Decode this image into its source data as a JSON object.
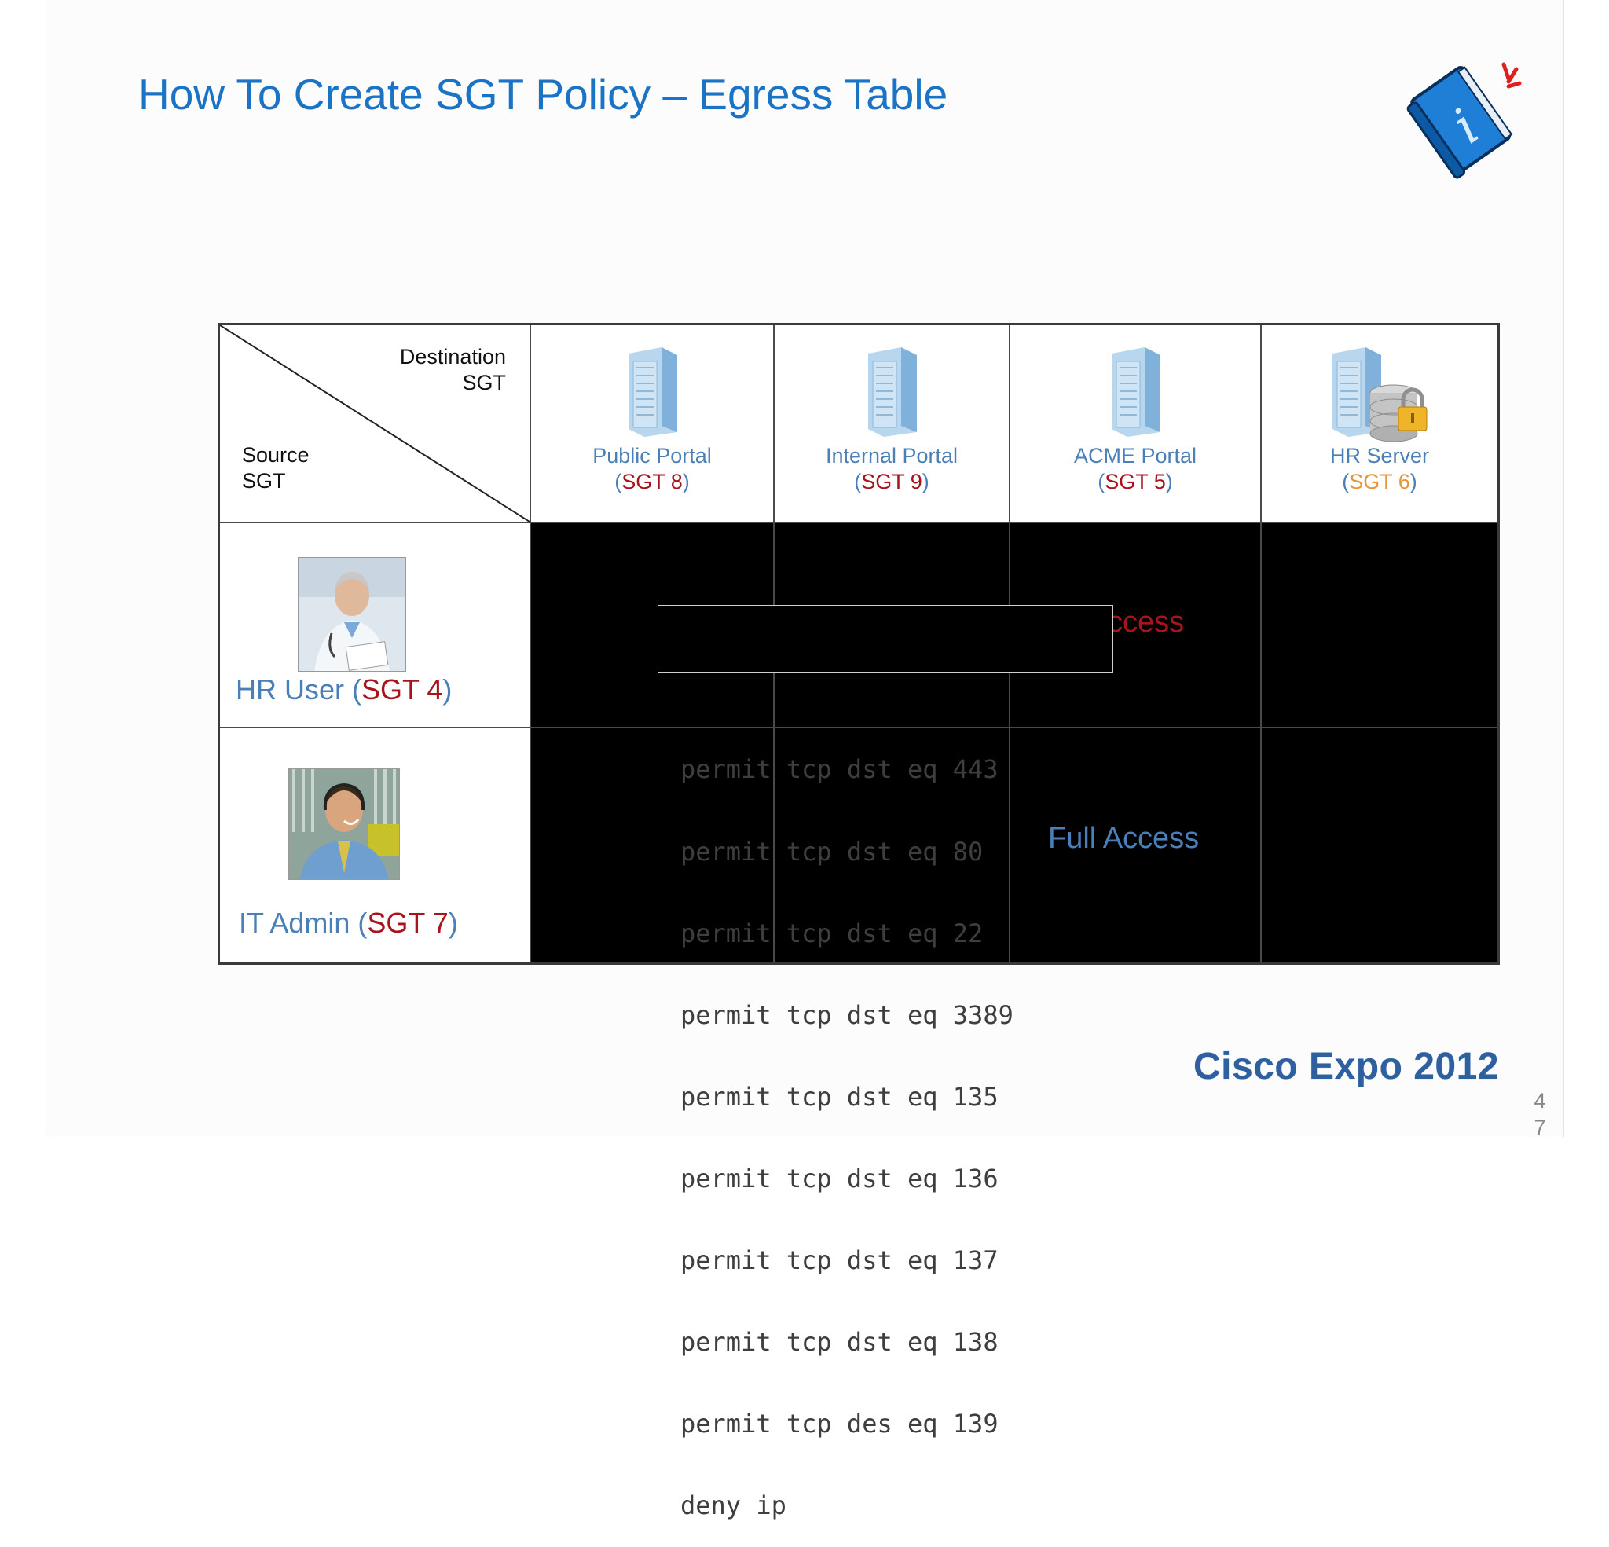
{
  "slide": {
    "title": "How To Create SGT Policy – Egress Table",
    "logo_text": "Cisco Expo 2012",
    "page_number_line1": "4",
    "page_number_line2": "7"
  },
  "corner": {
    "destination_line1": "Destination",
    "destination_line2": "SGT",
    "source_line1": "Source",
    "source_line2": "SGT"
  },
  "destinations": [
    {
      "name": "Public Portal",
      "open": "(",
      "sgt": "SGT 8",
      "close": ")"
    },
    {
      "name": "Internal Portal",
      "open": "(",
      "sgt": "SGT 9",
      "close": ")"
    },
    {
      "name": "ACME Portal",
      "open": "(",
      "sgt": "SGT 5",
      "close": ")"
    },
    {
      "name": "HR Server",
      "open": "(",
      "sgt": "SGT 6",
      "close": ")"
    }
  ],
  "sources": [
    {
      "name": "HR User",
      "open": "(",
      "sgt": "SGT 4",
      "close": ")"
    },
    {
      "name": "IT Admin",
      "open": "(",
      "sgt": "SGT 7",
      "close": ")"
    }
  ],
  "cells": {
    "row1_partial_access": "ccess",
    "row2_full_access": "Full Access"
  },
  "acl_lines": [
    "permit tcp dst eq 443",
    "permit tcp dst eq 80",
    "permit tcp dst eq 22",
    "permit tcp dst eq 3389",
    "permit tcp dst eq 135",
    "permit tcp dst eq 136",
    "permit tcp dst eq 137",
    "permit tcp dst eq 138",
    "permit tcp des eq 139",
    "deny ip"
  ],
  "colors": {
    "title_blue": "#1a73c4",
    "label_blue": "#4a7fb8",
    "sgt_red": "#a8141c",
    "sgt_orange": "#e8963a"
  },
  "icons": [
    "info-book-icon",
    "server-icon",
    "database-lock-icon",
    "hr-user-photo",
    "it-admin-photo"
  ]
}
